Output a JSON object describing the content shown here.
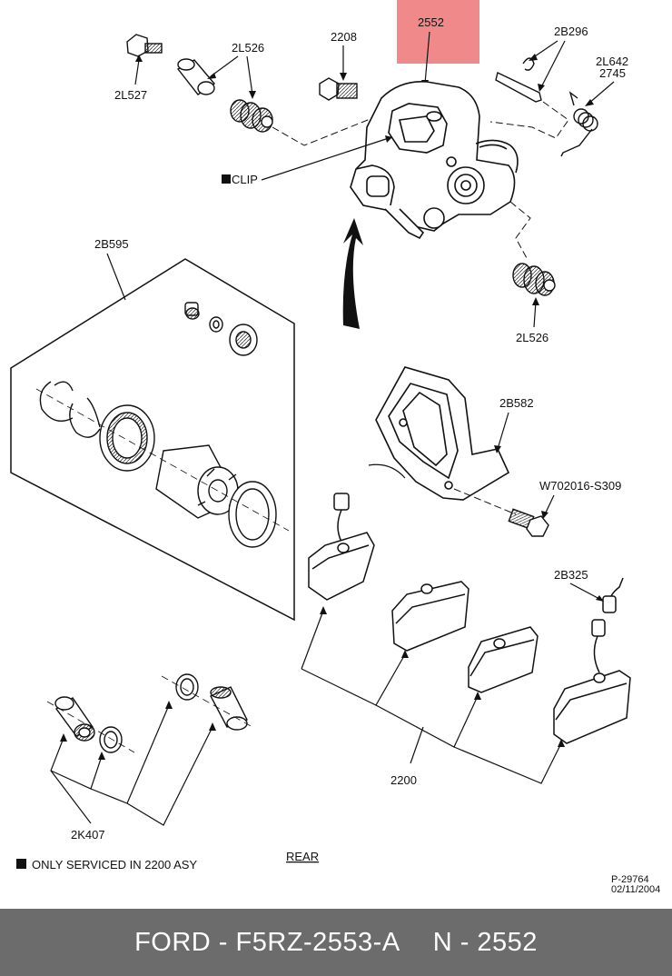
{
  "highlight": {
    "part": "2552",
    "color": "#f08a8a"
  },
  "labels": {
    "l2552": "2552",
    "l2208": "2208",
    "l2L526a": "2L526",
    "l2L527": "2L527",
    "l2B296": "2B296",
    "l2L642": "2L642",
    "l2745": "2745",
    "clip": "CLIP",
    "l2B595": "2B595",
    "l2L526b": "2L526",
    "l2B582": "2B582",
    "w702016": "W702016-S309",
    "l2B325": "2B325",
    "l2200": "2200",
    "l2K407": "2K407"
  },
  "note": "ONLY SERVICED IN 2200 ASY",
  "rear": "REAR",
  "ref": {
    "code": "P-29764",
    "date": "02/11/2004"
  },
  "footer": {
    "left": "FORD - F5RZ-2553-A",
    "right": "N - 2552"
  },
  "colors": {
    "footer_bg": "#6c6c6c",
    "line": "#111111"
  }
}
